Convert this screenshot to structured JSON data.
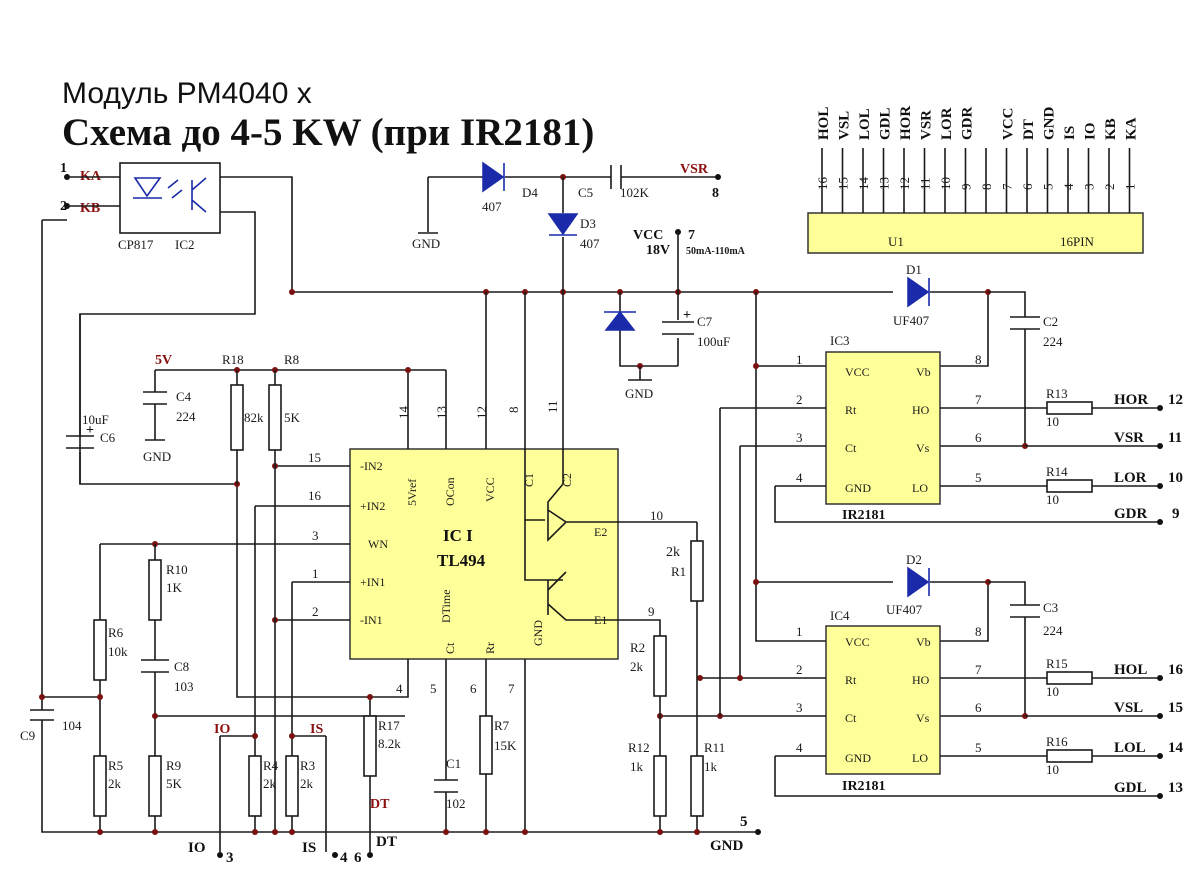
{
  "title": {
    "line1": "Модуль PM4040 х",
    "line2": "Схема до   4-5 KW (при IR2181)"
  },
  "connector": {
    "name": "U1",
    "type": "16PIN",
    "pins": [
      {
        "num": "16",
        "label": "HOL"
      },
      {
        "num": "15",
        "label": "VSL"
      },
      {
        "num": "14",
        "label": "LOL"
      },
      {
        "num": "13",
        "label": "GDL"
      },
      {
        "num": "12",
        "label": "HOR"
      },
      {
        "num": "11",
        "label": "VSR"
      },
      {
        "num": "10",
        "label": "LOR"
      },
      {
        "num": "9",
        "label": "GDR"
      },
      {
        "num": "8",
        "label": ""
      },
      {
        "num": "7",
        "label": "VCC"
      },
      {
        "num": "6",
        "label": "DT"
      },
      {
        "num": "5",
        "label": "GND"
      },
      {
        "num": "4",
        "label": "IS"
      },
      {
        "num": "3",
        "label": "IO"
      },
      {
        "num": "2",
        "label": "KB"
      },
      {
        "num": "1",
        "label": "KA"
      }
    ]
  },
  "optocoupler": {
    "name": "CP817",
    "ref": "IC2",
    "pin1_num": "1",
    "pin1_label": "KA",
    "pin2_num": "2",
    "pin2_label": "KB"
  },
  "tl494": {
    "ref": "IC I",
    "part": "TL494",
    "pins_top": [
      {
        "num": "14",
        "label": "5Vref"
      },
      {
        "num": "13",
        "label": "OCon"
      },
      {
        "num": "12",
        "label": "VCC"
      },
      {
        "num": "8",
        "label": "C1"
      },
      {
        "num": "11",
        "label": "C2"
      }
    ],
    "pins_left": [
      {
        "num": "15",
        "label": "-IN2"
      },
      {
        "num": "16",
        "label": "+IN2"
      },
      {
        "num": "3",
        "label": "WN"
      },
      {
        "num": "1",
        "label": "+IN1"
      },
      {
        "num": "2",
        "label": "-IN1"
      }
    ],
    "pins_bottom": [
      {
        "num": "4",
        "label": "DTime"
      },
      {
        "num": "5",
        "label": "Ct"
      },
      {
        "num": "6",
        "label": "Rr"
      },
      {
        "num": "7",
        "label": "GND"
      }
    ],
    "pin_e1": "E1",
    "pin_e2": "E2",
    "pin9": "9",
    "pin10": "10"
  },
  "drivers": [
    {
      "ref": "IC3",
      "part": "IR2181",
      "left_pins": [
        {
          "num": "1",
          "label": "VCC"
        },
        {
          "num": "2",
          "label": "Rt"
        },
        {
          "num": "3",
          "label": "Ct"
        },
        {
          "num": "4",
          "label": "GND"
        }
      ],
      "right_pins": [
        {
          "num": "8",
          "label": "Vb"
        },
        {
          "num": "7",
          "label": "HO"
        },
        {
          "num": "6",
          "label": "Vs"
        },
        {
          "num": "5",
          "label": "LO"
        }
      ]
    },
    {
      "ref": "IC4",
      "part": "IR2181",
      "left_pins": [
        {
          "num": "1",
          "label": "VCC"
        },
        {
          "num": "2",
          "label": "Rt"
        },
        {
          "num": "3",
          "label": "Ct"
        },
        {
          "num": "4",
          "label": "GND"
        }
      ],
      "right_pins": [
        {
          "num": "8",
          "label": "Vb"
        },
        {
          "num": "7",
          "label": "HO"
        },
        {
          "num": "6",
          "label": "Vs"
        },
        {
          "num": "5",
          "label": "LO"
        }
      ]
    }
  ],
  "components": {
    "D4": {
      "ref": "D4",
      "value": "407"
    },
    "D3": {
      "ref": "D3",
      "value": "407"
    },
    "C5": {
      "ref": "C5",
      "value": "102K"
    },
    "D1": {
      "ref": "D1",
      "value": "UF407"
    },
    "D2": {
      "ref": "D2",
      "value": "UF407"
    },
    "C2": {
      "ref": "C2",
      "value": "224"
    },
    "C3": {
      "ref": "C3",
      "value": "224"
    },
    "C7": {
      "ref": "C7",
      "value": "100uF"
    },
    "C4": {
      "ref": "C4",
      "value": "224"
    },
    "C6": {
      "ref": "C6",
      "value": "10uF"
    },
    "C8": {
      "ref": "C8",
      "value": "103"
    },
    "C9": {
      "ref": "C9",
      "value": "104"
    },
    "C1": {
      "ref": "C1",
      "value": "102"
    },
    "R18": {
      "ref": "R18",
      "value": "82k"
    },
    "R8": {
      "ref": "R8",
      "value": "5K"
    },
    "R10": {
      "ref": "R10",
      "value": "1K"
    },
    "R6": {
      "ref": "R6",
      "value": "10k"
    },
    "R5": {
      "ref": "R5",
      "value": "2k"
    },
    "R9": {
      "ref": "R9",
      "value": "5K"
    },
    "R4": {
      "ref": "R4",
      "value": "2k"
    },
    "R3": {
      "ref": "R3",
      "value": "2k"
    },
    "R17": {
      "ref": "R17",
      "value": "8.2k"
    },
    "R7": {
      "ref": "R7",
      "value": "15K"
    },
    "R1": {
      "ref": "R1",
      "value": "2k"
    },
    "R2": {
      "ref": "R2",
      "value": "2k"
    },
    "R12": {
      "ref": "R12",
      "value": "1k"
    },
    "R11": {
      "ref": "R11",
      "value": "1k"
    },
    "R13": {
      "ref": "R13",
      "value": "10"
    },
    "R14": {
      "ref": "R14",
      "value": "10"
    },
    "R15": {
      "ref": "R15",
      "value": "10"
    },
    "R16": {
      "ref": "R16",
      "value": "10"
    }
  },
  "nets": {
    "gnd": "GND",
    "five_v": "5V",
    "vcc_label": "VCC",
    "vcc_voltage": "18V",
    "vcc_current": "50mA-110mA",
    "io": "IO",
    "is": "IS",
    "dt": "DT",
    "vsr": "VSR"
  },
  "ports": {
    "vcc": {
      "label": "VCC",
      "num": "7"
    },
    "vsr": {
      "label": "VSR",
      "num": "8"
    },
    "hor": {
      "label": "HOR",
      "num": "12"
    },
    "vsr_out": {
      "label": "VSR",
      "num": "11"
    },
    "lor": {
      "label": "LOR",
      "num": "10"
    },
    "gdr": {
      "label": "GDR",
      "num": "9"
    },
    "hol": {
      "label": "HOL",
      "num": "16"
    },
    "vsl": {
      "label": "VSL",
      "num": "15"
    },
    "lol": {
      "label": "LOL",
      "num": "14"
    },
    "gdl": {
      "label": "GDL",
      "num": "13"
    },
    "gnd": {
      "label": "GND",
      "num": "5"
    },
    "io": {
      "label": "IO",
      "num": "3"
    },
    "is": {
      "label": "IS",
      "num": "4"
    },
    "dt": {
      "label": "DT",
      "num": "6"
    }
  }
}
